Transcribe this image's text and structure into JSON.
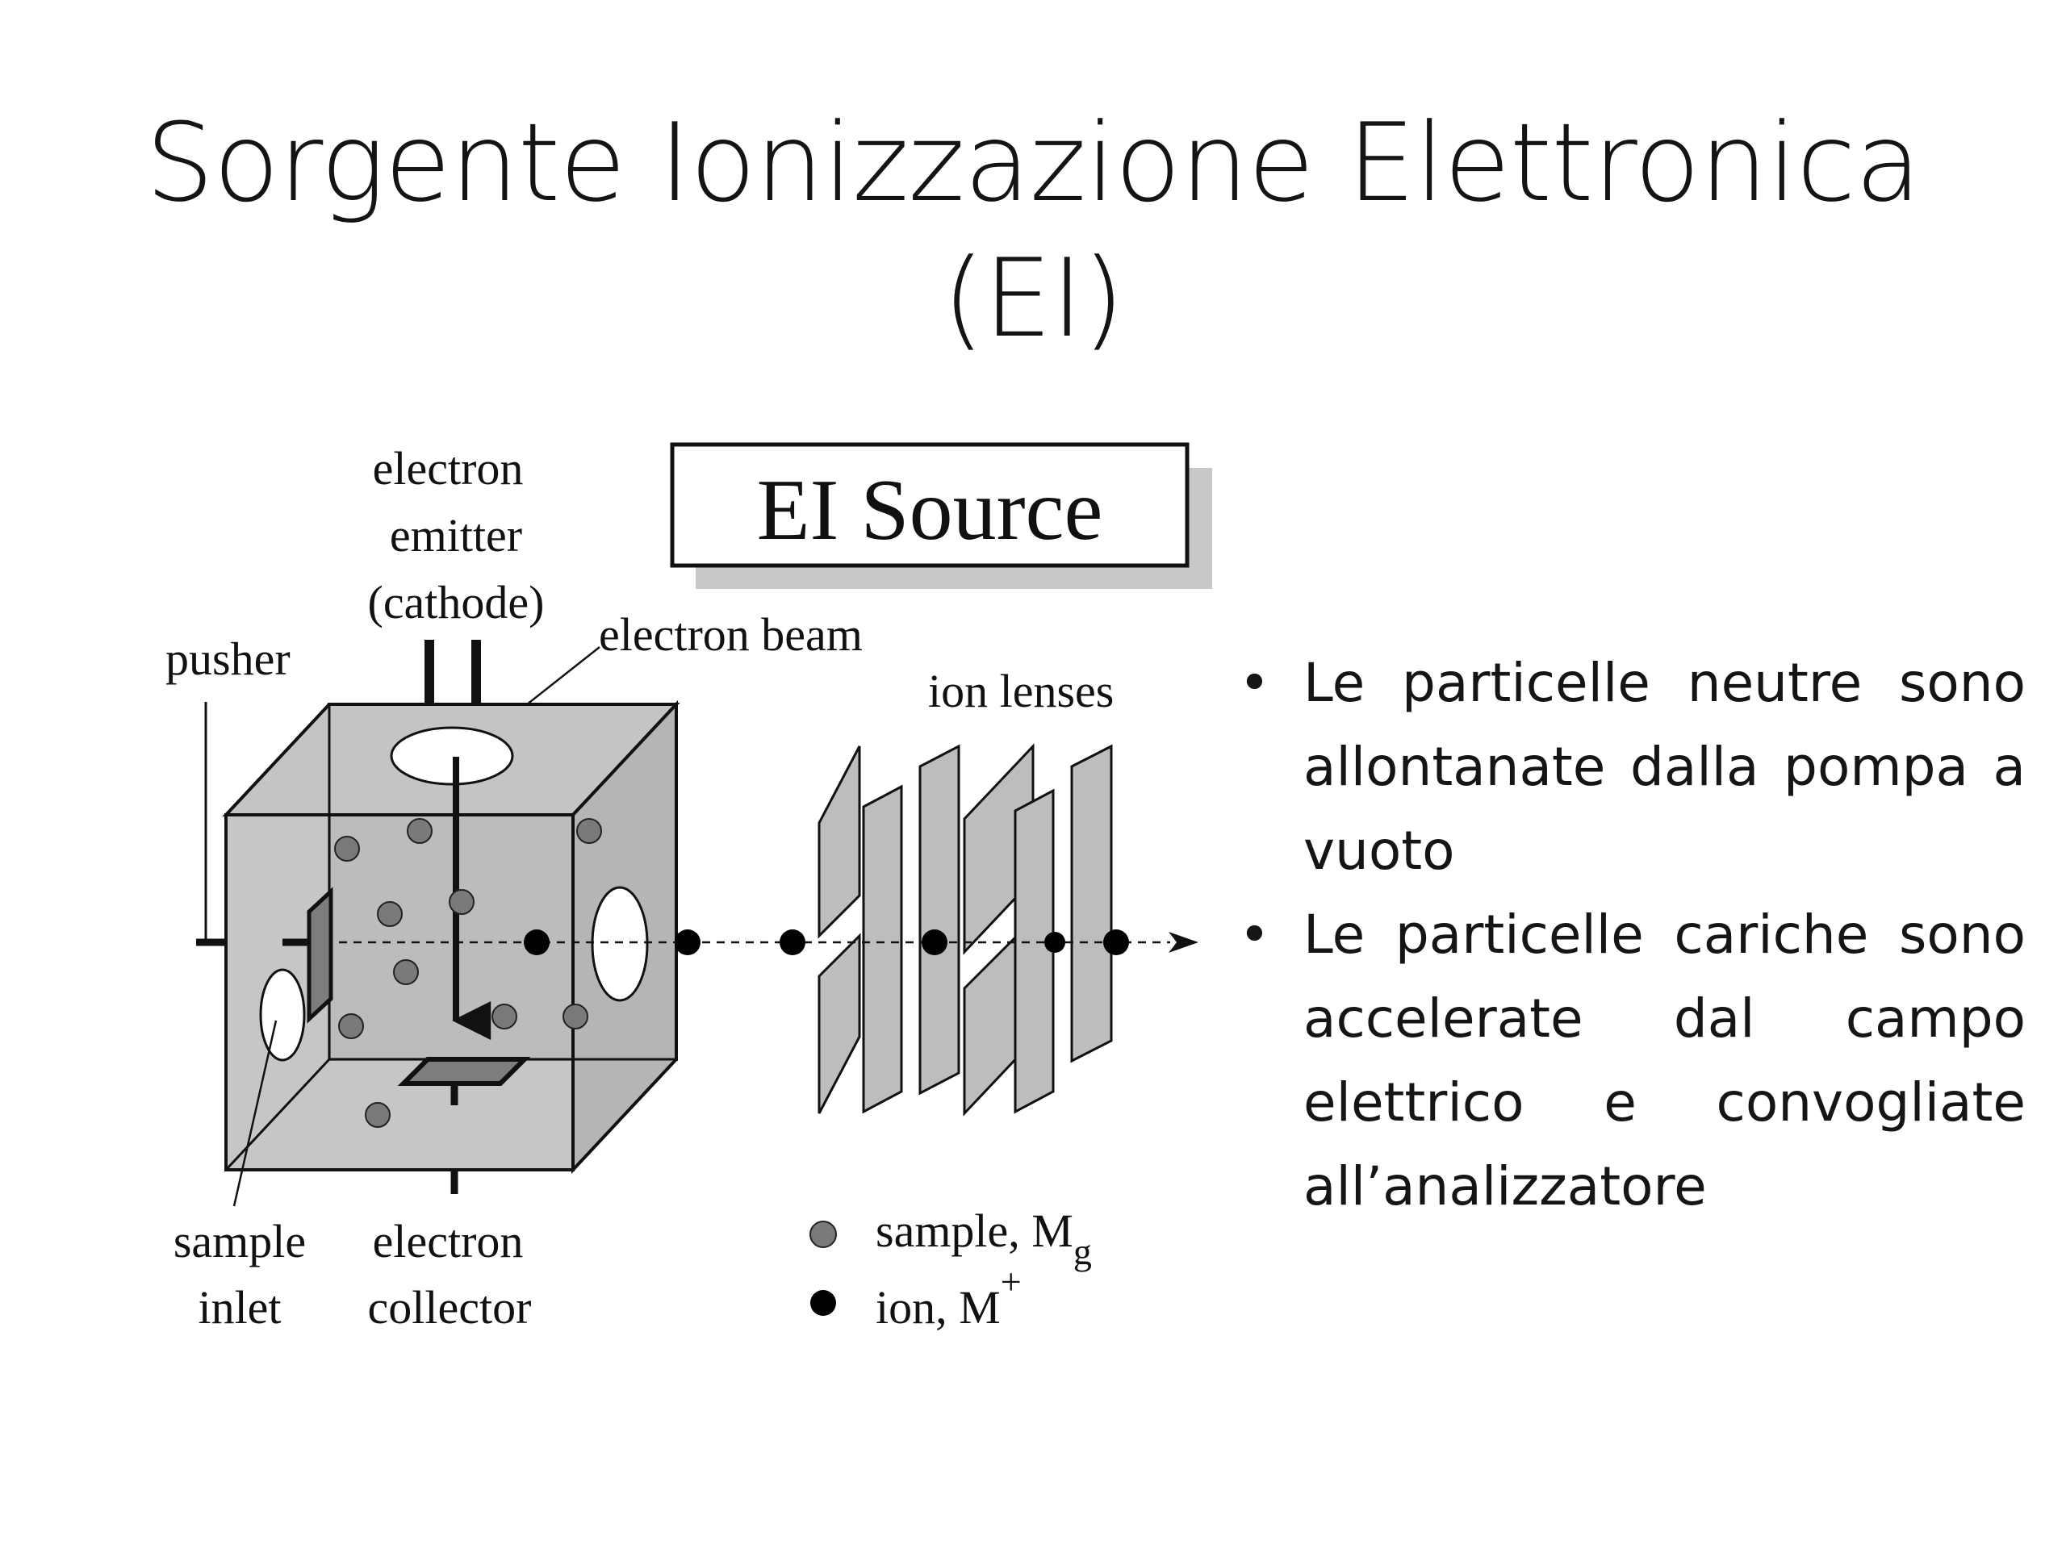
{
  "slide": {
    "title_line1": "Sorgente Ionizzazione Elettronica",
    "title_line2": "(EI)"
  },
  "diagram": {
    "box_title": "EI Source",
    "labels": {
      "electron_line1": "electron",
      "electron_line2": "emitter",
      "electron_line3": "(cathode)",
      "electron_beam": "electron beam",
      "pusher": "pusher",
      "ion_lenses": "ion lenses",
      "sample_inlet_line1": "sample",
      "sample_inlet_line2": "inlet",
      "collector_line1": "electron",
      "collector_line2": "collector"
    },
    "legend": {
      "sample_text": "sample, M",
      "sample_subscript": "g",
      "ion_text": "ion, M",
      "ion_superscript": "+"
    },
    "colors": {
      "cube_fill": "#bdbdbd",
      "sample_dot": "#7a7a7a",
      "ion_dot": "#000000",
      "shadow": "#c8c8c8"
    }
  },
  "bullets": [
    "Le particelle neutre sono allontanate dalla pompa a vuoto",
    "Le particelle cariche sono accelerate dal campo elettrico e convogliate all’analizzatore"
  ]
}
